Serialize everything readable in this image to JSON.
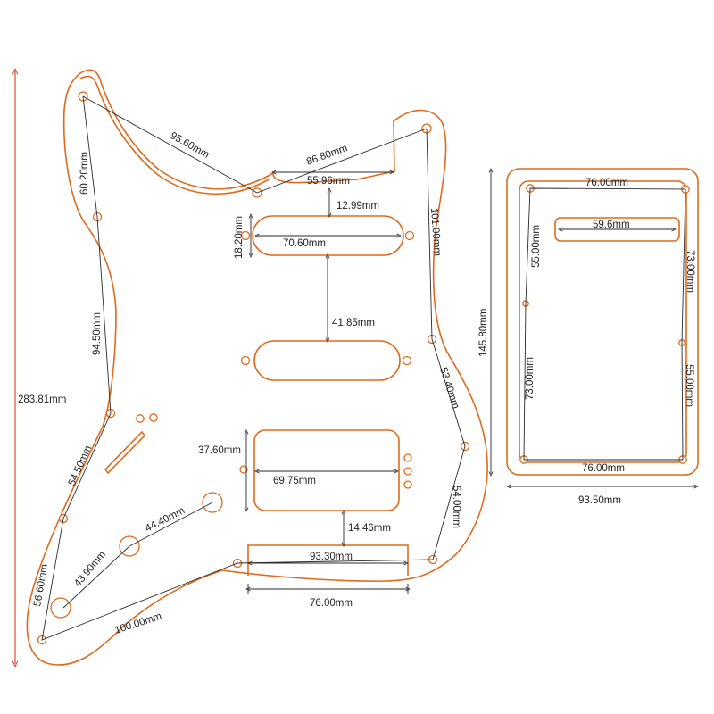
{
  "colors": {
    "outline": "#e06a1c",
    "dimension": "#2a2a2a",
    "overall_height_line": "#d94a3a"
  },
  "pickguard": {
    "overall_height": "283.81mm",
    "dims": {
      "top_horn_to_notch": "95.60mm",
      "notch_to_right_horn": "86.80mm",
      "notch_width": "55.96mm",
      "neck_pickup_gap": "12.99mm",
      "single_coil_height": "18.20mm",
      "single_coil_length": "70.60mm",
      "right_edge_upper": "101.00mm",
      "pickup_spacing": "41.85mm",
      "left_edge_upper": "60.20mm",
      "left_edge_mid": "94.50mm",
      "right_edge_mid": "53.40mm",
      "humbucker_height": "37.60mm",
      "humbucker_length": "69.75mm",
      "left_edge_lower": "54.50mm",
      "control_spacing_upper": "44.40mm",
      "humbucker_to_cavity": "14.46mm",
      "right_edge_lower": "54.00mm",
      "control_spacing_lower": "43.90mm",
      "cavity_width": "93.30mm",
      "bottom_left_edge": "56.60mm",
      "bottom_edge": "100.00mm",
      "cavity_inner_width": "76.00mm"
    }
  },
  "backplate": {
    "height": "145.80mm",
    "width": "93.50mm",
    "top_holes": "76.00mm",
    "bottom_holes": "76.00mm",
    "slot_length": "59.6mm",
    "left_upper": "55.00mm",
    "left_lower": "73.00mm",
    "right_upper": "73.00mm",
    "right_lower": "55.00mm"
  }
}
